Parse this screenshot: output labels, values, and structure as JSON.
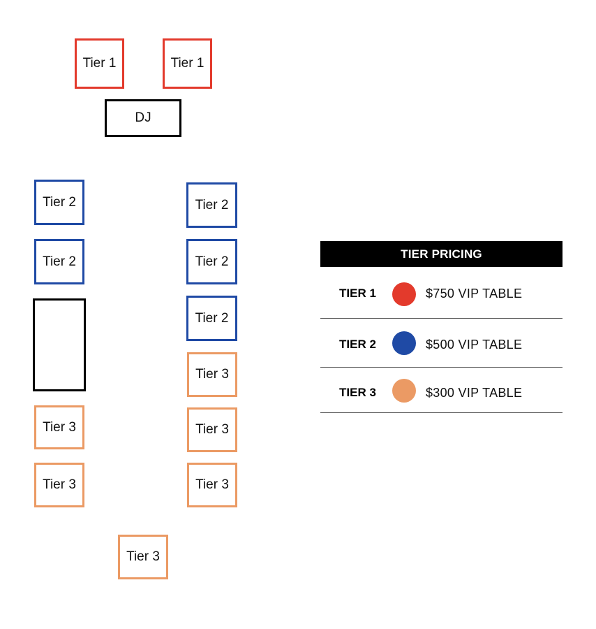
{
  "layout": {
    "tables": [
      {
        "id": "t1-a",
        "label": "Tier 1",
        "tier": 1
      },
      {
        "id": "t1-b",
        "label": "Tier 1",
        "tier": 1
      },
      {
        "id": "dj",
        "label": "DJ",
        "tier": "dj"
      },
      {
        "id": "t2-l1",
        "label": "Tier 2",
        "tier": 2
      },
      {
        "id": "t2-l2",
        "label": "Tier 2",
        "tier": 2
      },
      {
        "id": "t2-r1",
        "label": "Tier 2",
        "tier": 2
      },
      {
        "id": "t2-r2",
        "label": "Tier 2",
        "tier": 2
      },
      {
        "id": "t2-r3",
        "label": "Tier 2",
        "tier": 2
      },
      {
        "id": "t3-r1",
        "label": "Tier 3",
        "tier": 3
      },
      {
        "id": "t3-r2",
        "label": "Tier 3",
        "tier": 3
      },
      {
        "id": "t3-r3",
        "label": "Tier 3",
        "tier": 3
      },
      {
        "id": "t3-l1",
        "label": "Tier 3",
        "tier": 3
      },
      {
        "id": "t3-l2",
        "label": "Tier 3",
        "tier": 3
      },
      {
        "id": "t3-bottom",
        "label": "Tier 3",
        "tier": 3
      }
    ]
  },
  "pricing": {
    "title": "TIER PRICING",
    "rows": [
      {
        "tier": "TIER 1",
        "price": "$750 VIP TABLE",
        "color": "#e33a2c"
      },
      {
        "tier": "TIER 2",
        "price": "$500 VIP TABLE",
        "color": "#1f4aa5"
      },
      {
        "tier": "TIER 3",
        "price": "$300 VIP TABLE",
        "color": "#eb9a64"
      }
    ]
  },
  "colors": {
    "tier1": "#e33a2c",
    "tier2": "#1f4aa5",
    "tier3": "#eb9a64",
    "dj": "#000000"
  }
}
